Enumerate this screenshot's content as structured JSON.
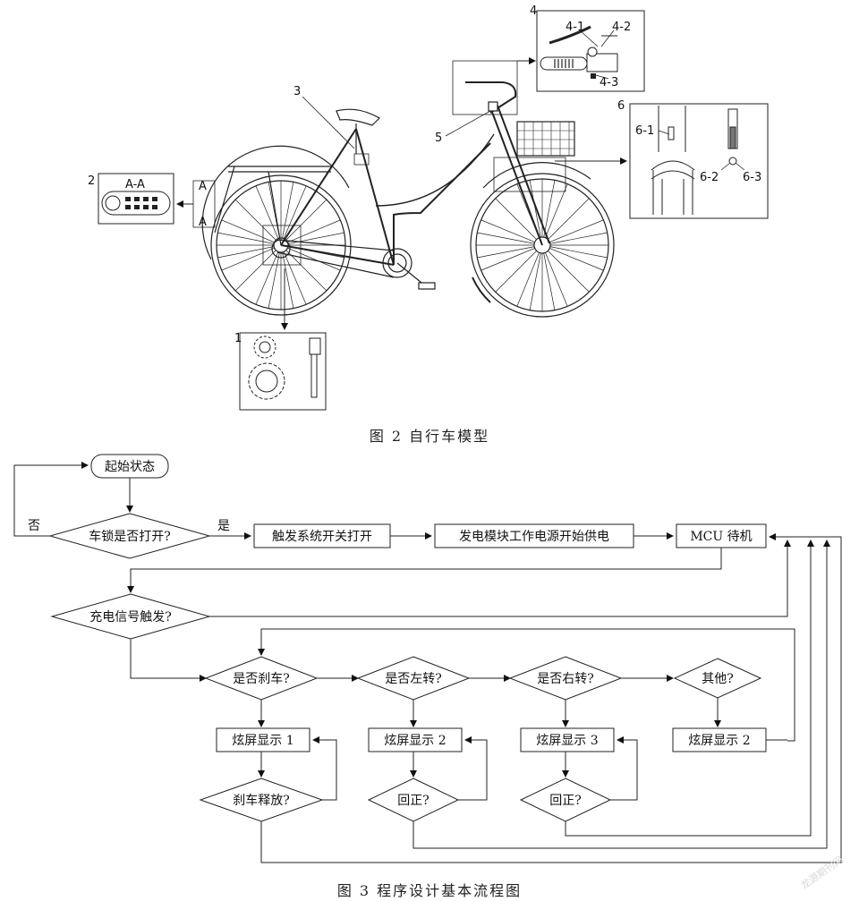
{
  "figure2": {
    "caption": "图 2   自行车模型",
    "callouts": {
      "c1": "1",
      "c2": "2",
      "c3": "3",
      "c4": "4",
      "c5": "5",
      "c6": "6",
      "c4_1": "4-1",
      "c4_2": "4-2",
      "c4_3": "4-3",
      "c6_1": "6-1",
      "c6_2": "6-2",
      "c6_3": "6-3",
      "aa": "A-A",
      "a_top": "A",
      "a_bottom": "A"
    }
  },
  "figure3": {
    "caption": "图 3   程序设计基本流程图",
    "nodes": {
      "start": "起始状态",
      "lock_open": "车锁是否打开?",
      "trigger_switch": "触发系统开关打开",
      "power_supply": "发电模块工作电源开始供电",
      "mcu": "MCU 待机",
      "charge_signal": "充电信号触发?",
      "brake": "是否刹车?",
      "left": "是否左转?",
      "right": "是否右转?",
      "other": "其他?",
      "display1": "炫屏显示 1",
      "display2a": "炫屏显示 2",
      "display3": "炫屏显示 3",
      "display2b": "炫屏显示 2",
      "brake_release": "刹车释放?",
      "center_left": "回正?",
      "center_right": "回正?"
    },
    "labels": {
      "yes": "是",
      "no": "否"
    }
  },
  "watermark": "龙源期刊网"
}
